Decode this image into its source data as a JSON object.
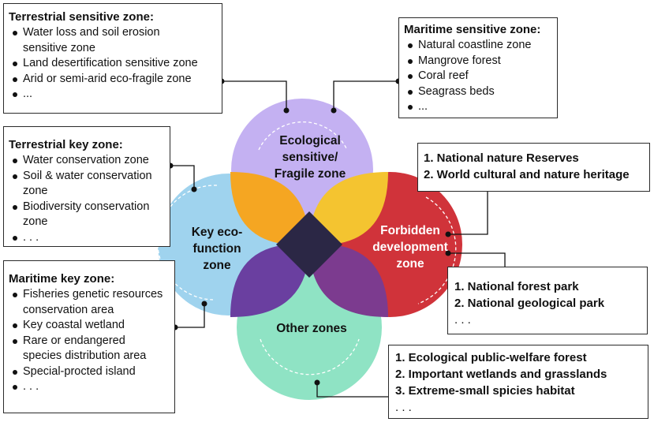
{
  "zones": {
    "top": {
      "label_lines": [
        "Ecological",
        "sensitive/",
        "Fragile zone"
      ],
      "color": "#c4b1f2"
    },
    "left": {
      "label_lines": [
        "Key eco-",
        "function",
        "zone"
      ],
      "color": "#9fd3ee"
    },
    "right": {
      "label_lines": [
        "Forbidden",
        "development",
        "zone"
      ],
      "color": "#d0333a"
    },
    "bottom": {
      "label_lines": [
        "Other zones"
      ],
      "color": "#8fe3c4"
    },
    "center_color": "#2b2745",
    "petal_top_left": "#f5a622",
    "petal_top_right": "#f4c430",
    "petal_bottom_left": "#6a3fa0",
    "petal_bottom_right": "#7c3b8f"
  },
  "boxes": {
    "terrestrial_sensitive": {
      "title": "Terrestrial sensitive zone:",
      "items": [
        [
          "Water loss and soil erosion",
          "sensitive zone"
        ],
        [
          "Land desertification sensitive zone"
        ],
        [
          "Arid or semi-arid eco-fragile zone"
        ],
        [
          "..."
        ]
      ]
    },
    "maritime_sensitive": {
      "title": "Maritime sensitive zone:",
      "items": [
        [
          "Natural coastline zone"
        ],
        [
          "Mangrove forest"
        ],
        [
          "Coral reef"
        ],
        [
          "Seagrass beds"
        ],
        [
          "..."
        ]
      ]
    },
    "terrestrial_key": {
      "title": "Terrestrial key zone:",
      "items": [
        [
          "Water conservation zone"
        ],
        [
          "Soil & water conservation",
          "zone"
        ],
        [
          "Biodiversity conservation",
          "zone"
        ],
        [
          ". . ."
        ]
      ]
    },
    "maritime_key": {
      "title": "Maritime key zone:",
      "items": [
        [
          "Fisheries genetic resources",
          "conservation area"
        ],
        [
          "Key coastal wetland"
        ],
        [
          "Rare or endangered",
          "species distribution area"
        ],
        [
          "Special-procted island"
        ],
        [
          ". . ."
        ]
      ]
    },
    "forbidden_1": {
      "items": [
        "1. National nature Reserves",
        "2. World cultural and nature heritage"
      ]
    },
    "forbidden_2": {
      "items": [
        "1. National forest park",
        "2. National geological park",
        ". . ."
      ]
    },
    "other": {
      "items": [
        "1. Ecological public-welfare forest",
        "2. Important wetlands and grasslands",
        "3. Extreme-small spicies habitat",
        ". . ."
      ]
    }
  }
}
